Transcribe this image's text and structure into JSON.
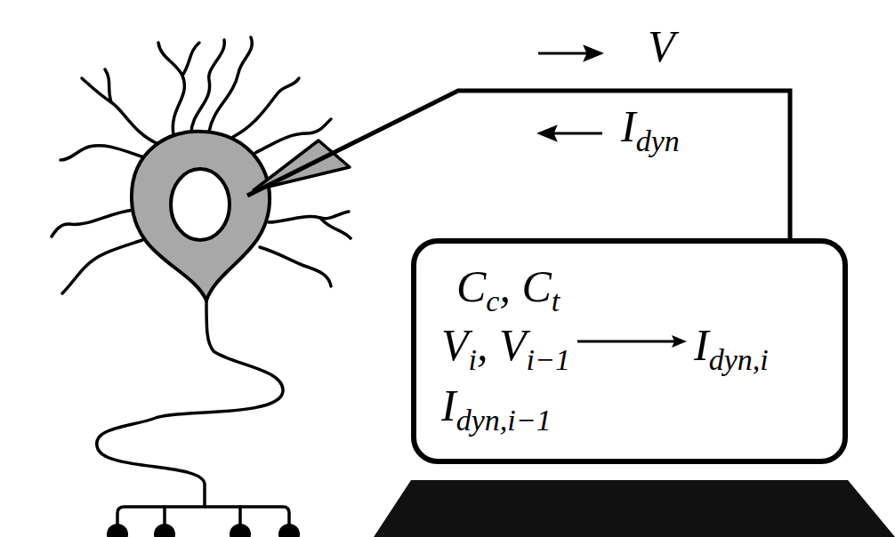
{
  "diagram": {
    "nodes": [
      {
        "text": [
          "Cc, Ct",
          "Vi, Vi−1",
          "Idyn,i",
          "Idyn,i−1"
        ]
      }
    ],
    "labels": [
      "V",
      "Idyn"
    ]
  }
}
